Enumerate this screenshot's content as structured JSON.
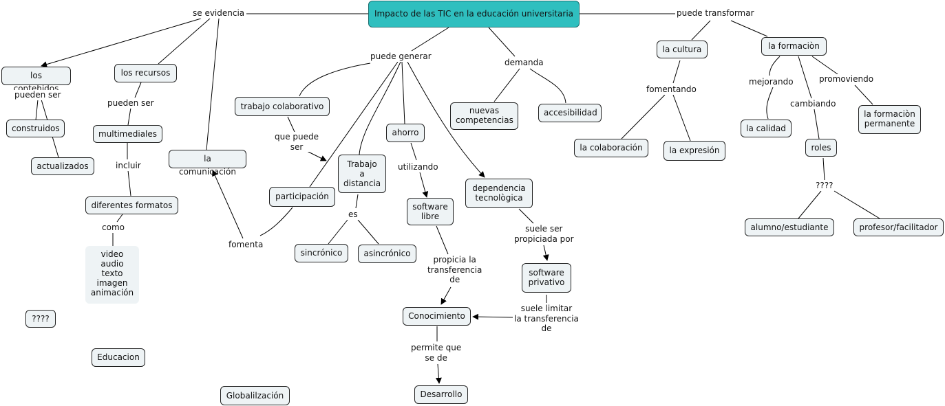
{
  "colors": {
    "title_fill": "#2fbfbf",
    "node_fill": "#eef3f5",
    "line": "#000000"
  },
  "nodes": {
    "title": "Impacto de las TIC en la educación universitaria",
    "los_contenidos": "los contenidos",
    "construidos": "construidos",
    "actualizados": "actualizados",
    "los_recursos": "los recursos",
    "multimediales": "multimediales",
    "diferentes_formatos": "diferentes formatos",
    "formatos_lista": "video\naudio\ntexto\nimagen\nanimación",
    "unknown_left": "????",
    "educacion": "Educacion",
    "globalizacion": "Globalilzación",
    "la_comunicacion": "la comunicación",
    "trabajo_colaborativo": "trabajo colaborativo",
    "participacion": "participación",
    "trabajo_distancia": "Trabajo\na\ndistancia",
    "sincronico": "sincrónico",
    "asincronico": "asincrónico",
    "ahorro": "ahorro",
    "software_libre": "software\nlibre",
    "conocimiento": "Conocimiento",
    "desarrollo": "Desarrollo",
    "dependencia": "dependencia\ntecnològica",
    "software_privativo": "software\nprivativo",
    "nuevas_competencias": "nuevas\ncompetencias",
    "accesibilidad": "accesibilidad",
    "la_cultura": "la cultura",
    "la_colaboracion": "la colaboración",
    "la_expresion": "la expresión",
    "la_formacion": "la formaciòn",
    "la_calidad": "la calidad",
    "roles": "roles",
    "alumno": "alumno/estudiante",
    "profesor": "profesor/facilitador",
    "formacion_permanente": "la formaciòn\npermanente"
  },
  "links": {
    "se_evidencia": "se evidencia",
    "pueden_ser_1": "pueden ser",
    "pueden_ser_2": "pueden ser",
    "incluir": "incluir",
    "como": "como",
    "puede_generar": "puede generar",
    "que_puede_ser": "que puede\nser",
    "fomenta": "fomenta",
    "es": "es",
    "utilizando": "utilizando",
    "propicia": "propicia la\ntransferencia\nde",
    "permite": "permite que\nse de",
    "suele_ser": "suele ser\npropiciada por",
    "suele_limitar": "suele limitar\nla transferencia\nde",
    "demanda": "demanda",
    "puede_transformar": "puede transformar",
    "fomentando": "fomentando",
    "mejorando": "mejorando",
    "cambiando": "cambiando",
    "promoviendo": "promoviendo",
    "roles_unknown": "????"
  }
}
